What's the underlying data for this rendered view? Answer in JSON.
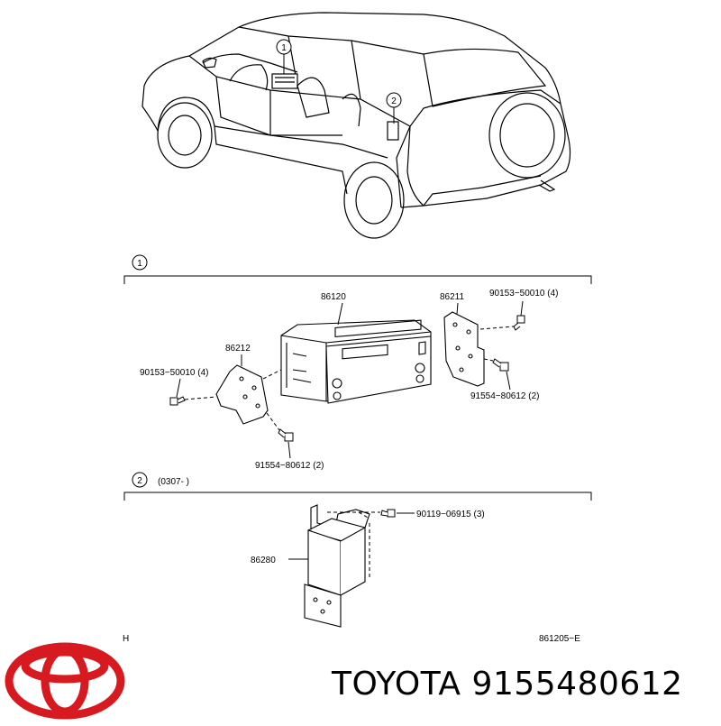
{
  "section1": {
    "marker": "1"
  },
  "section2": {
    "marker": "2",
    "note": "(0307-      )"
  },
  "car_callouts": [
    "1",
    "2"
  ],
  "parts": {
    "p86120": "86120",
    "p86211": "86211",
    "p86212": "86212",
    "p90153_right": "90153−50010 (4)",
    "p90153_left": "90153−50010 (4)",
    "p91554_right": "91554−80612 (2)",
    "p91554_left": "91554−80612 (2)",
    "p90119": "90119−06915 (3)",
    "p86280": "86280"
  },
  "footer": {
    "left_code": "H",
    "right_code": "861205−E"
  },
  "brand": {
    "name": "TOYOTA",
    "part_number": "9155480612",
    "logo_color": "#d71920"
  }
}
